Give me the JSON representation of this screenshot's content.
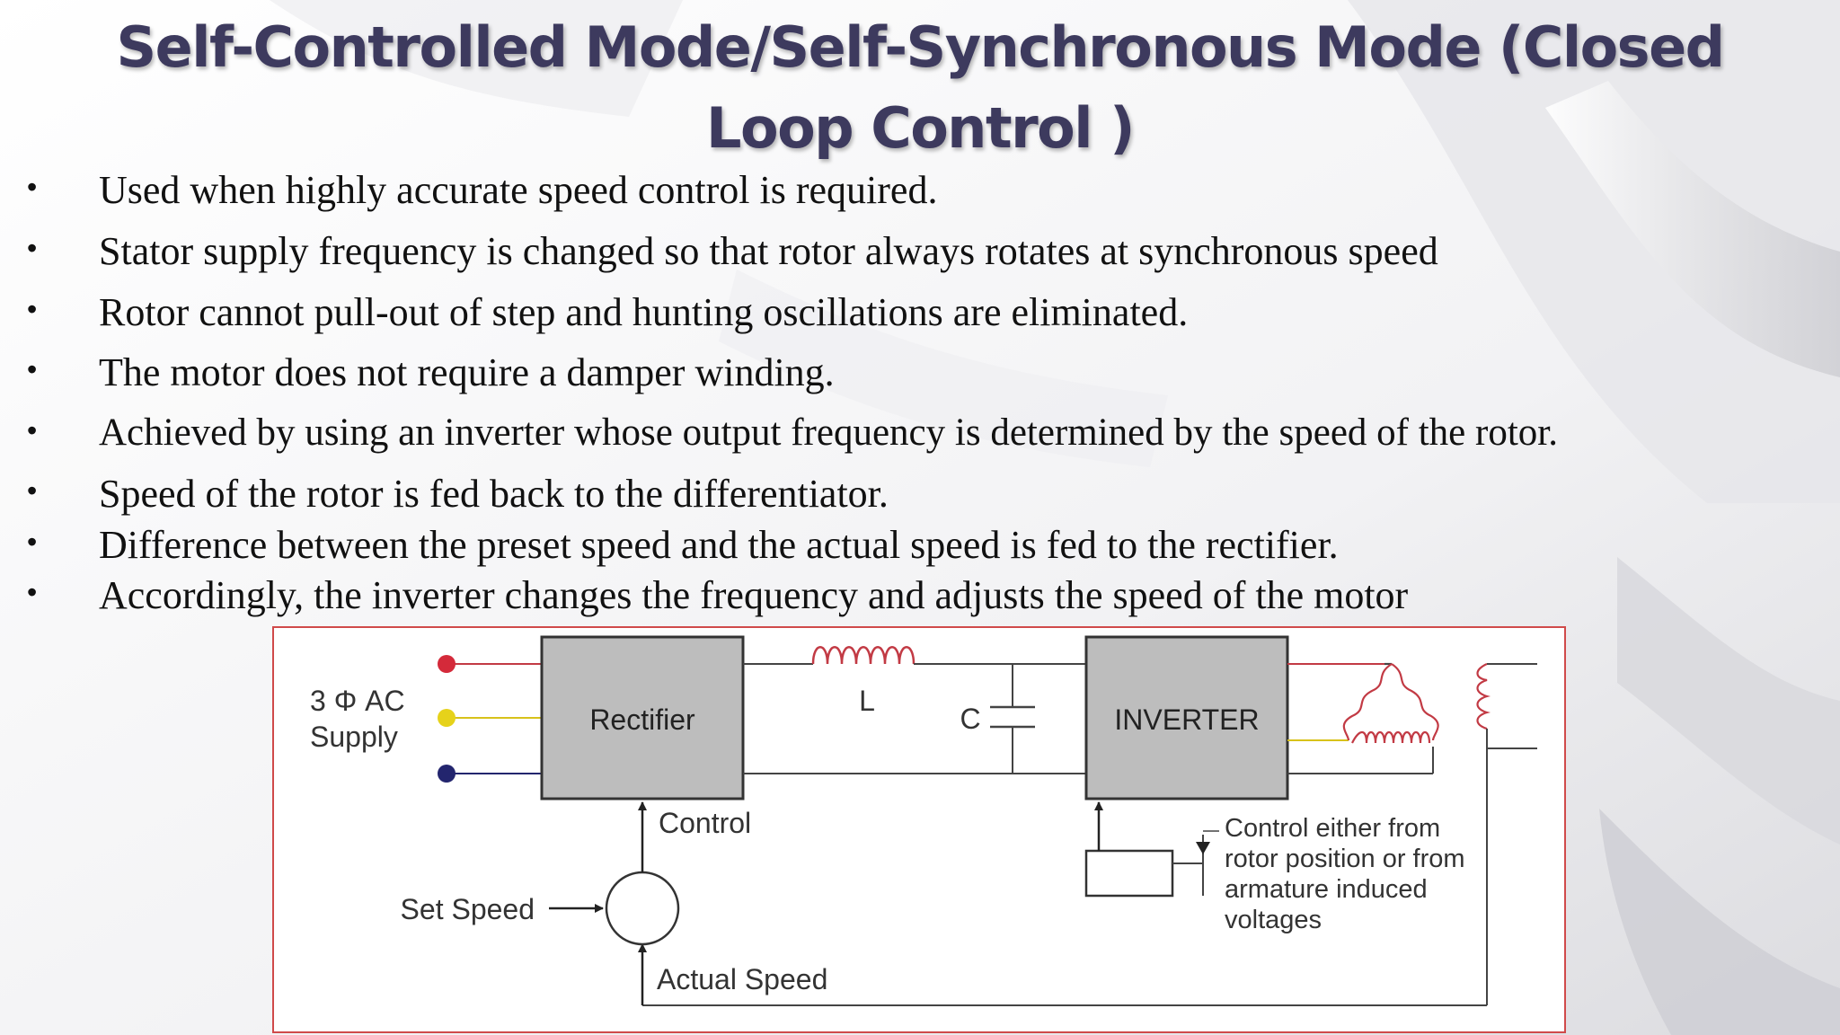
{
  "slide": {
    "title": "Self-Controlled Mode/Self-Synchronous Mode (Closed Loop Control )",
    "bullets": [
      "Used when highly accurate speed control is required.",
      "Stator supply frequency is changed so that rotor always rotates at synchronous speed",
      "Rotor cannot pull-out of step and hunting oscillations are eliminated.",
      "The motor does not require a damper winding.",
      "Achieved by using an inverter whose output frequency is determined by the speed of the rotor.",
      "Speed of the rotor is fed back to the differentiator.",
      "Difference between the preset speed and the actual speed is fed to the rectifier.",
      "Accordingly, the inverter changes the frequency and adjusts the speed of the motor"
    ],
    "bullet_symbol": "•"
  },
  "diagram": {
    "supply_label_line1": "3 Φ AC",
    "supply_label_line2": "Supply",
    "rectifier_label": "Rectifier",
    "inductor_label": "L",
    "capacitor_label": "C",
    "inverter_label": "INVERTER",
    "control_label": "Control",
    "set_speed_label": "Set Speed",
    "actual_speed_label": "Actual Speed",
    "inverter_control_note": [
      "Control either from",
      "rotor position or from",
      "armature induced",
      "voltages"
    ],
    "phase_colors": {
      "red": "#d42a3a",
      "yellow": "#e6d21a",
      "blue": "#23256e"
    },
    "block_fill": "#bdbdbd"
  }
}
